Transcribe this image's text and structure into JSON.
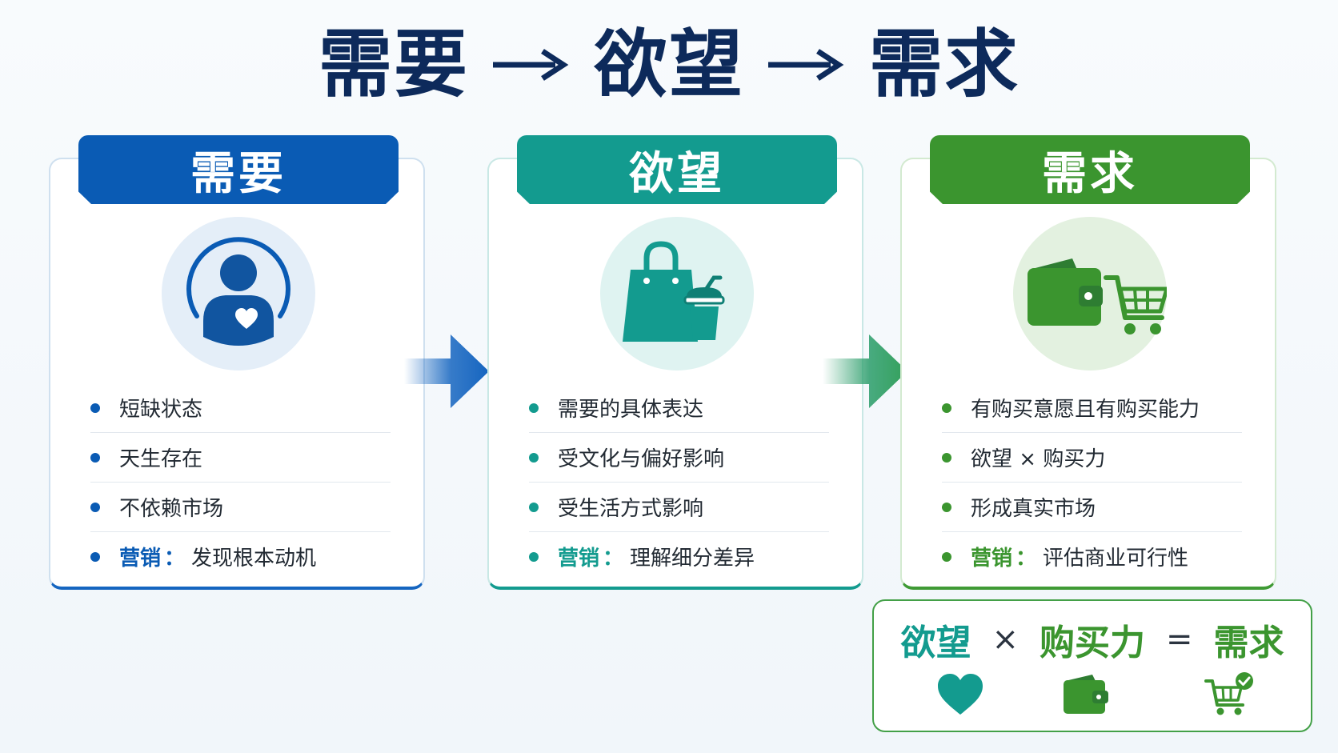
{
  "title": {
    "step1": "需要",
    "step2": "欲望",
    "step3": "需求"
  },
  "cards": [
    {
      "header": "需要",
      "icon": "person-heart-icon",
      "bullets": [
        "短缺状态",
        "天生存在",
        "不依赖市场"
      ],
      "marketing_label": "营销",
      "marketing_text": "发现根本动机"
    },
    {
      "header": "欲望",
      "icon": "shopping-bag-drink-icon",
      "bullets": [
        "需要的具体表达",
        "受文化与偏好影响",
        "受生活方式影响"
      ],
      "marketing_label": "营销",
      "marketing_text": "理解细分差异"
    },
    {
      "header": "需求",
      "icon": "wallet-cart-icon",
      "bullets": [
        "有购买意愿且有购买能力",
        "欲望 × 购买力",
        "形成真实市场"
      ],
      "marketing_label": "营销",
      "marketing_text": "评估商业可行性"
    }
  ],
  "formula": {
    "term1": "欲望",
    "op1": "×",
    "term2": "购买力",
    "op2": "=",
    "result": "需求"
  },
  "colors": {
    "title": "#0d2a5b",
    "need": "#0a5bb4",
    "want": "#139b8f",
    "demand": "#3b952f"
  }
}
